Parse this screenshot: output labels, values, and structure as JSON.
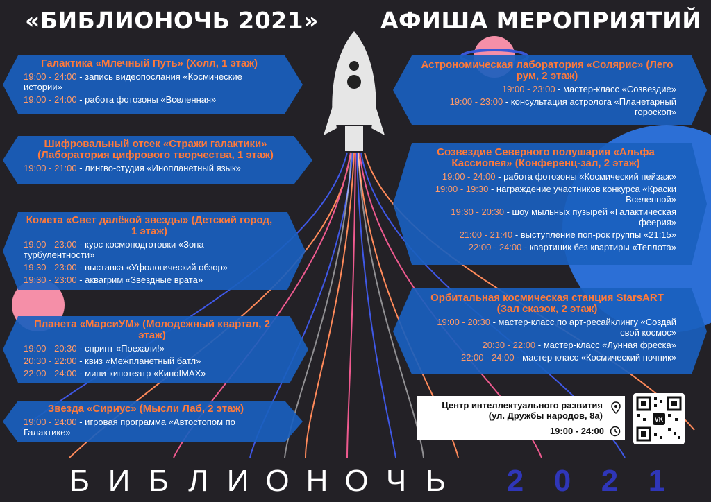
{
  "header": {
    "title_left": "«БИБЛИОНОЧЬ 2021»",
    "title_right": "АФИША МЕРОПРИЯТИЙ"
  },
  "left_panels": [
    {
      "title": "Галактика «Млечный Путь» (Холл, 1 этаж)",
      "events": [
        {
          "time": "19:00 - 24:00",
          "text": " - запись видеопослания «Космические истории»"
        },
        {
          "time": "19:00 - 24:00",
          "text": " - работа фотозоны «Вселенная»"
        }
      ]
    },
    {
      "title": "Шифровальный отсек «Стражи галактики» (Лаборатория цифрового творчества, 1 этаж)",
      "events": [
        {
          "time": "19:00 - 21:00",
          "text": " - лингво-студия «Инопланетный язык»"
        }
      ]
    },
    {
      "title": "Комета «Свет далёкой звезды» (Детский город, 1 этаж)",
      "events": [
        {
          "time": "19:00 - 23:00",
          "text": " - курс космоподготовки «Зона турбулентности»"
        },
        {
          "time": "19:30 - 23:00",
          "text": " - выставка «Уфологический обзор»"
        },
        {
          "time": "19:30 - 23:00",
          "text": " - аквагрим «Звёздные врата»"
        }
      ]
    },
    {
      "title": "Планета «МарсиУМ» (Молодежный квартал, 2 этаж)",
      "events": [
        {
          "time": "19:00 - 20:30",
          "text": " - спринт «Поехали!»"
        },
        {
          "time": "20:30 - 22:00",
          "text": " - квиз «Межпланетный батл»"
        },
        {
          "time": "22:00 - 24:00",
          "text": " - мини-кинотеатр «КиноIMAX»"
        }
      ]
    },
    {
      "title": "Звезда «Сириус» (Мысли Лаб, 2 этаж)",
      "events": [
        {
          "time": "19:00 - 24:00",
          "text": " - игровая программа «Автостопом по Галактике»"
        }
      ]
    }
  ],
  "right_panels": [
    {
      "title": "Астрономическая лаборатория «Солярис» (Лего рум, 2 этаж)",
      "events": [
        {
          "time": "19:00 - 23:00",
          "text": " - мастер-класс «Созвездие»"
        },
        {
          "time": "19:00 - 23:00",
          "text": " - консультация астролога «Планетарный гороскоп»"
        }
      ]
    },
    {
      "title": "Созвездие Северного полушария «Альфа Кассиопея»   (Конференц-зал, 2 этаж)",
      "events": [
        {
          "time": "19:00 - 24:00",
          "text": " - работа фотозоны «Космический пейзаж»"
        },
        {
          "time": "19:00 - 19:30",
          "text": " - награждение участников конкурса «Краски Вселенной»"
        },
        {
          "time": "19:30 - 20:30",
          "text": " - шоу мыльных пузырей «Галактическая феерия»"
        },
        {
          "time": "21:00 - 21:40",
          "text": " - выступление  поп-рок группы «21:15»"
        },
        {
          "time": "22:00 - 24:00",
          "text": " - квартиник без квартиры «Теплота»"
        }
      ]
    },
    {
      "title": "Орбитальная космическая станция StarsART (Зал сказок, 2 этаж)",
      "events": [
        {
          "time": "19:00 - 20:30",
          "text": " - мастер-класс по арт-ресайклингу «Создай свой космос»"
        },
        {
          "time": "20:30 - 22:00",
          "text": " - мастер-класс «Лунная фреска»"
        },
        {
          "time": "22:00 - 24:00",
          "text": " - мастер-класс «Космический ночник»"
        }
      ]
    }
  ],
  "venue": {
    "name": "Центр интеллектуального развития (ул. Дружбы народов, 8а)",
    "hours": "19:00 - 24:00",
    "qr_label": "VK"
  },
  "footer": {
    "letters": [
      "Б",
      "И",
      "Б",
      "Л",
      "И",
      "О",
      "Н",
      "О",
      "Ч",
      "Ь"
    ],
    "year_digits": [
      "2",
      "0",
      "2",
      "1"
    ]
  },
  "colors": {
    "background": "#232126",
    "panel": "#1a60be",
    "accent_orange": "#ff7a3a",
    "year_blue": "#2f36b8"
  }
}
